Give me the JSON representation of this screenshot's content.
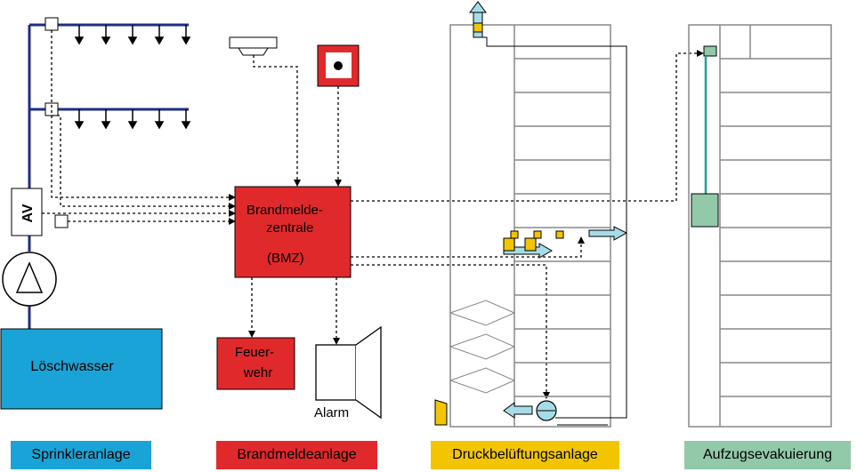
{
  "colors": {
    "sprinkler": "#1aa3d6",
    "brandmelde": "#e0292b",
    "druck": "#f2c500",
    "aufzug": "#92c9a8",
    "pipe": "#1f2d86",
    "elevator_rope": "#1ca38a",
    "building_line": "#888888"
  },
  "sprinkler": {
    "av_label": "AV",
    "water_label": "Löschwasser"
  },
  "brandmelde": {
    "bmz_line1": "Brandmelde-",
    "bmz_line2": "zentrale",
    "bmz_line3": "(BMZ)",
    "feuerwehr_line1": "Feuer-",
    "feuerwehr_line2": "wehr",
    "alarm_label": "Alarm"
  },
  "footer": {
    "sprinkleranlage": "Sprinkleranlage",
    "brandmeldeanlage": "Brandmeldeanlage",
    "druckbelueftungsanlage": "Druckbelüftungsanlage",
    "aufzugsevakuierung": "Aufzugsevakuierung"
  }
}
